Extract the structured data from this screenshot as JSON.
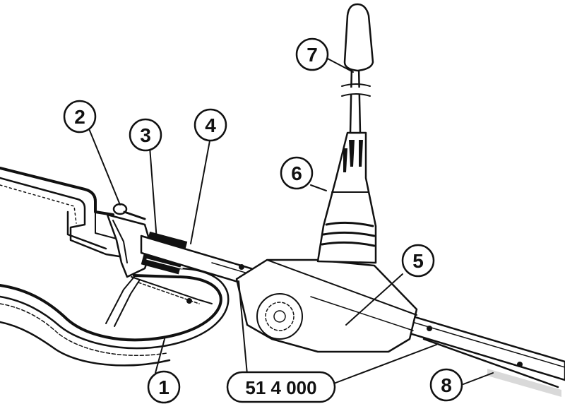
{
  "diagram": {
    "callouts": [
      {
        "id": "1",
        "label": "1"
      },
      {
        "id": "2",
        "label": "2"
      },
      {
        "id": "3",
        "label": "3"
      },
      {
        "id": "4",
        "label": "4"
      },
      {
        "id": "5",
        "label": "5"
      },
      {
        "id": "6",
        "label": "6"
      },
      {
        "id": "7",
        "label": "7"
      },
      {
        "id": "8",
        "label": "8"
      }
    ],
    "part_number": "51 4 000"
  }
}
